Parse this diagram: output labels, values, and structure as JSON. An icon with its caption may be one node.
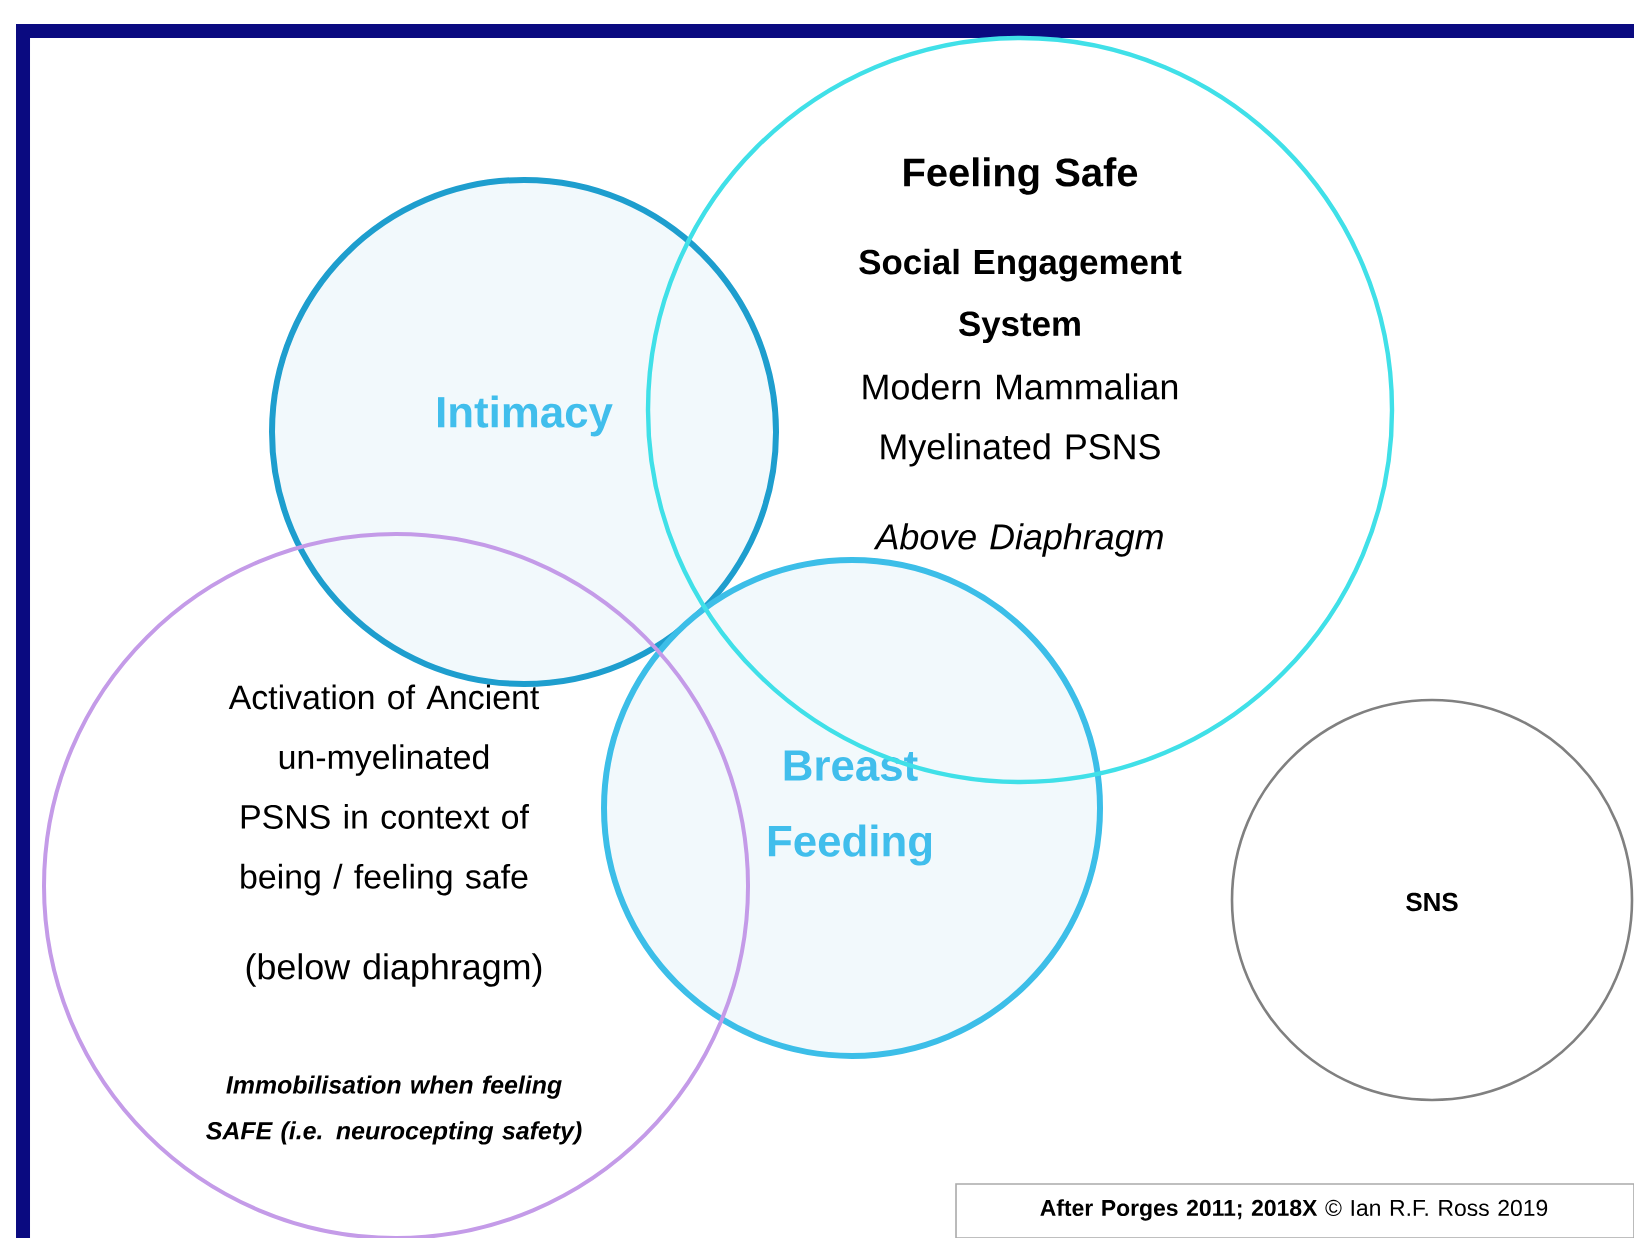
{
  "diagram": {
    "nodes": [
      {
        "text": [
          "Feeling Safe",
          "Social Engagement System",
          "Modern Mammalian Myelinated PSNS",
          "Above Diaphragm"
        ]
      },
      {
        "text": [
          "Intimacy"
        ]
      },
      {
        "text": [
          "Activation of Ancient un-myelinated PSNS in context of being / feeling safe",
          "(below diaphragm)",
          "Immobilisation when feeling SAFE (i.e. neurocepting safety)"
        ]
      },
      {
        "text": [
          "Breast Feeding"
        ]
      },
      {
        "text": [
          "SNS"
        ]
      },
      {
        "text": [
          "**After Porges 2011; 2018X** © Ian R.F. Ross 2019"
        ]
      }
    ]
  }
}
